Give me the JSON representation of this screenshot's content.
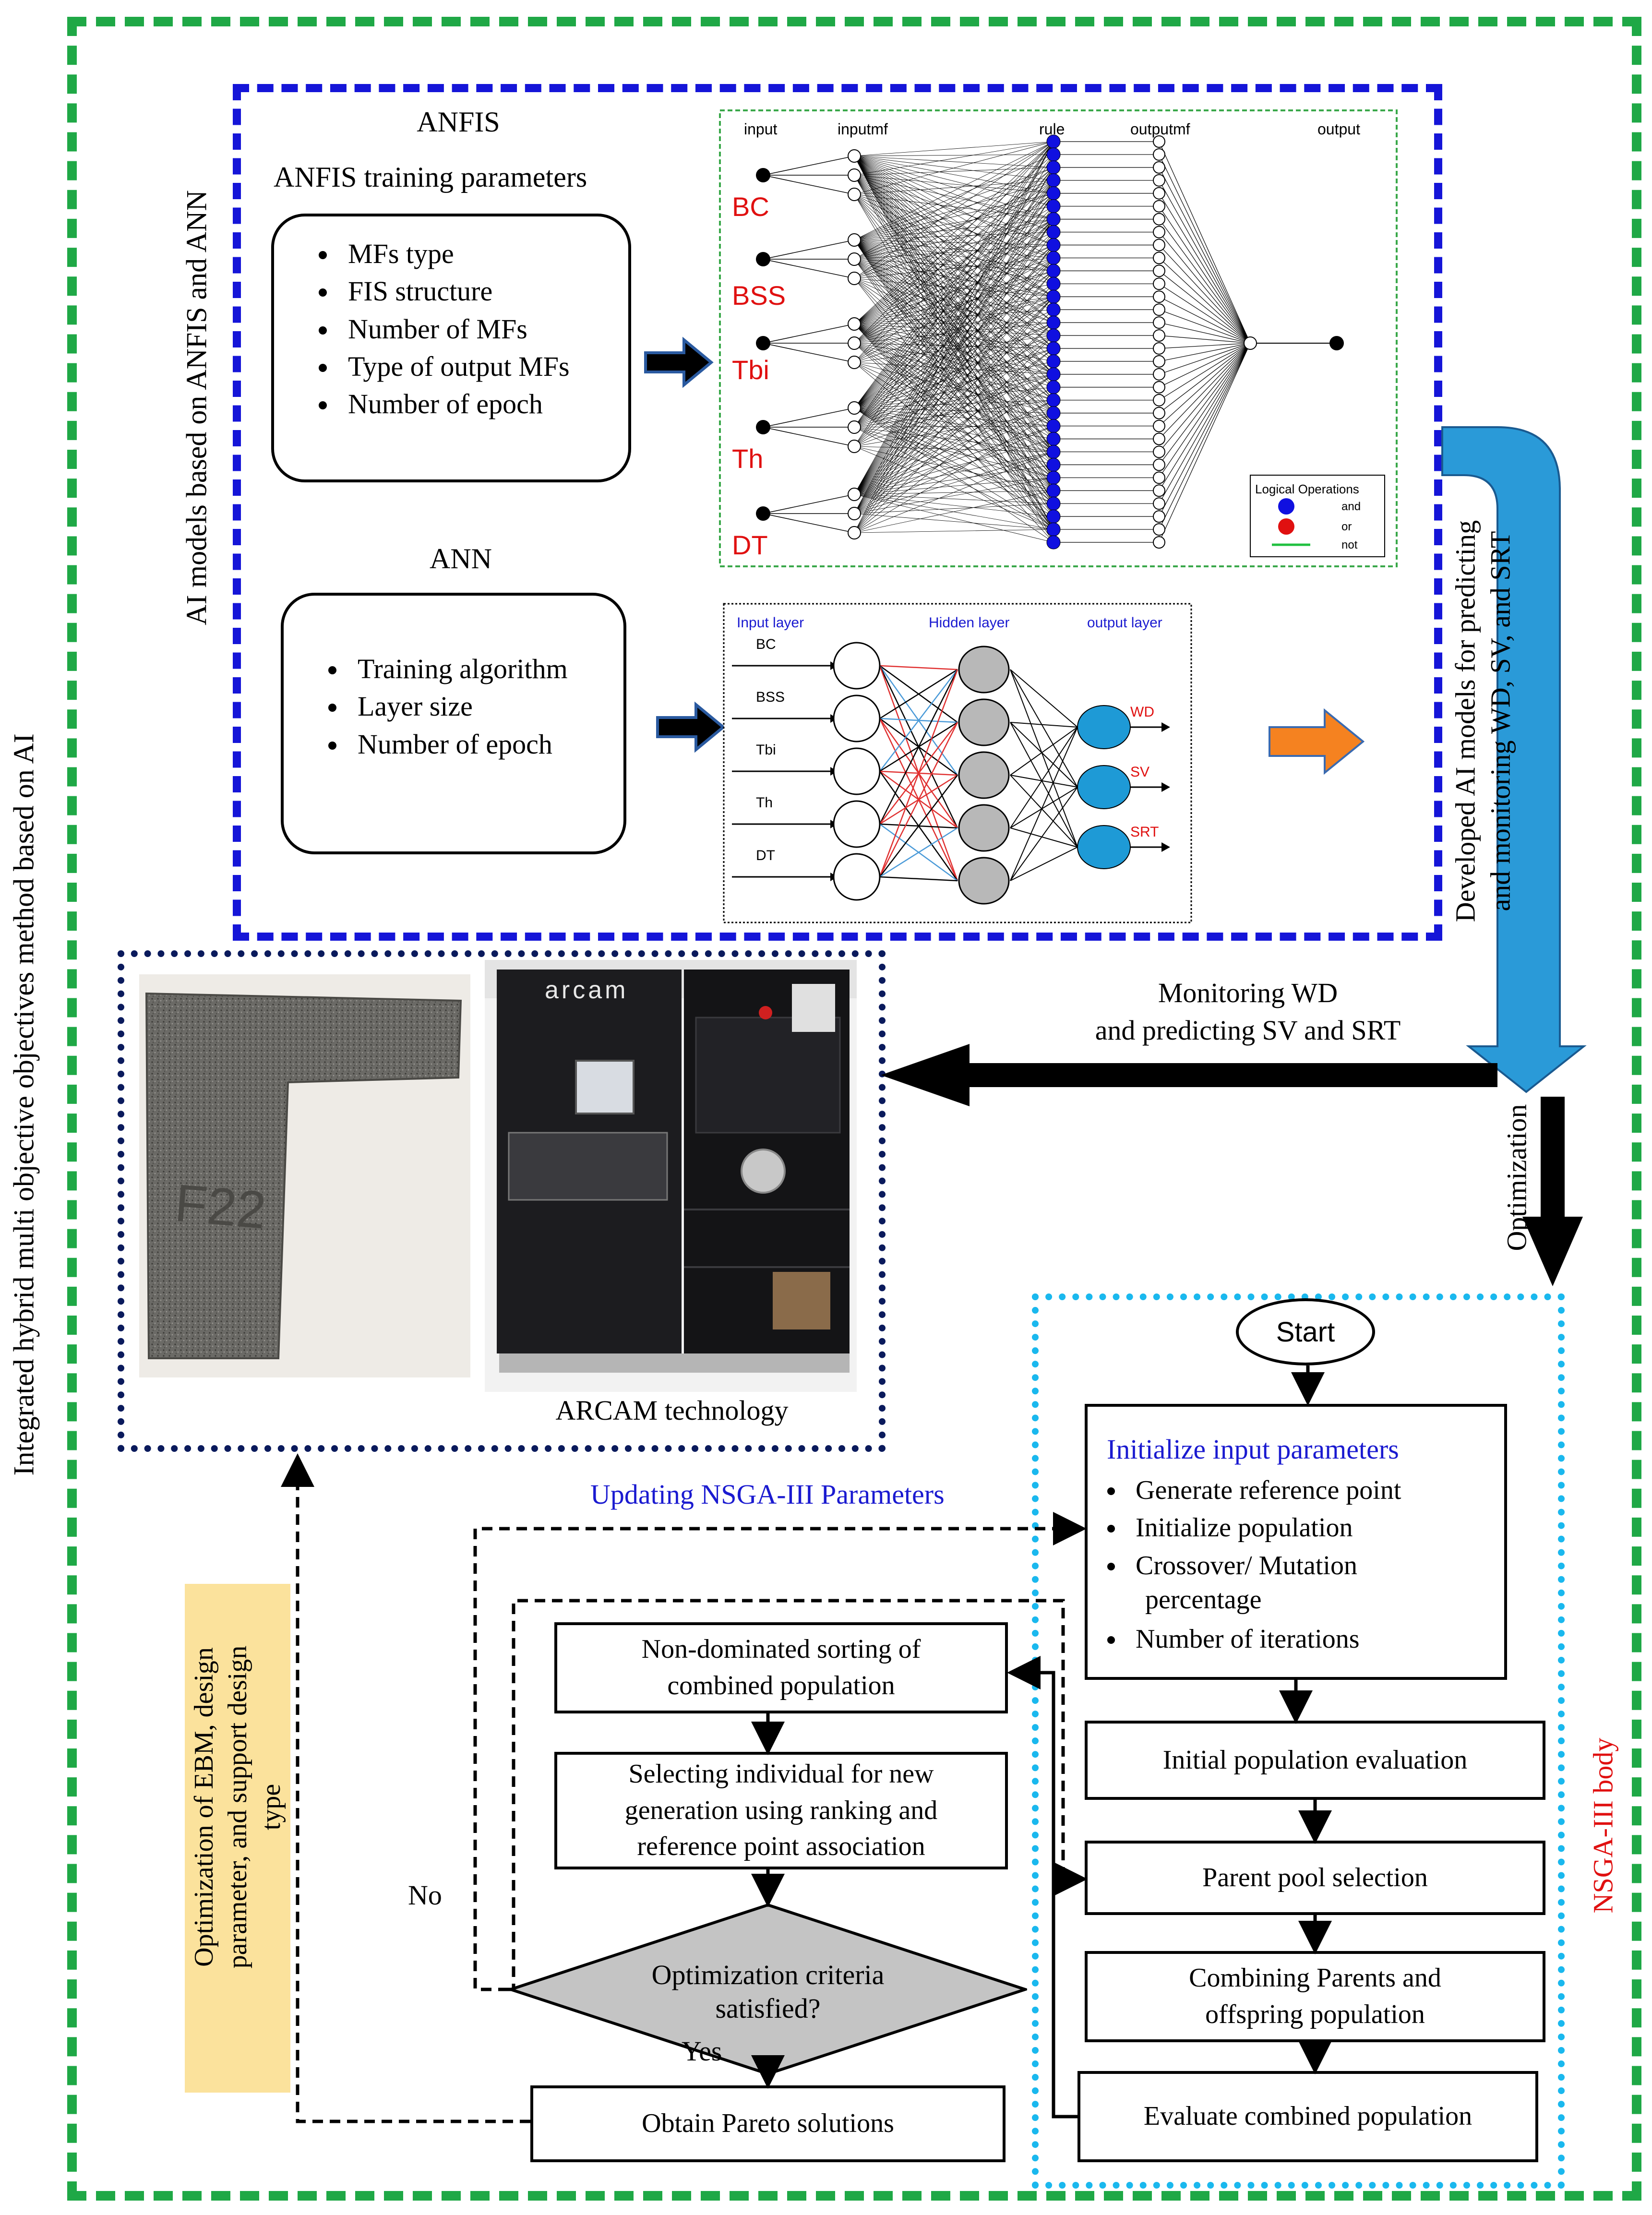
{
  "frame_title": "Integrated hybrid multi objective objectives method based on AI",
  "ai_models_label": "AI models based on ANFIS and ANN",
  "anfis": {
    "title": "ANFIS",
    "params_title": "ANFIS training parameters",
    "params": [
      "MFs type",
      "FIS structure",
      "Number of MFs",
      "Type of output MFs",
      "Number of epoch"
    ],
    "layer_labels": [
      "input",
      "inputmf",
      "rule",
      "outputmf",
      "output"
    ],
    "inputs": [
      "BC",
      "BSS",
      "Tbi",
      "Th",
      "DT"
    ],
    "legend_title": "Logical Operations",
    "legend_items": [
      "and",
      "or",
      "not"
    ]
  },
  "ann": {
    "title": "ANN",
    "params": [
      "Training algorithm",
      "Layer size",
      "Number of epoch"
    ],
    "layer_labels": [
      "Input layer",
      "Hidden layer",
      "output layer"
    ],
    "inputs": [
      "BC",
      "BSS",
      "Tbi",
      "Th",
      "DT"
    ],
    "outputs": [
      "WD",
      "SV",
      "SRT"
    ]
  },
  "developed_label_line1": "Developed AI models for predicting",
  "developed_label_line2": "and monitoring  WD, SV, and SRT",
  "monitoring_line1": "Monitoring WD",
  "monitoring_line2": "and predicting SV and SRT",
  "optimization_label": "Optimization",
  "photo": {
    "sample_text": "F22",
    "machine_brand": "arcam",
    "caption": "ARCAM technology"
  },
  "nsga": {
    "body_label": "NSGA-III body",
    "start": "Start",
    "init_title": "Initialize input parameters",
    "init_items": [
      "Generate reference point",
      "Initialize population",
      "Crossover/ Mutation",
      "Number of iterations"
    ],
    "init_item3_cont": "percentage",
    "initial_eval": "Initial  population evaluation",
    "parent_pool": "Parent pool selection",
    "combining_line1": "Combining  Parents and",
    "combining_line2": "offspring population",
    "evaluate_combined": "Evaluate combined population",
    "nondominated_line1": "Non-dominated  sorting of",
    "nondominated_line2": "combined population",
    "selecting_line1": "Selecting individual for new",
    "selecting_line2": "generation using ranking and",
    "selecting_line3": "reference point association",
    "criteria_line1": "Optimization criteria",
    "criteria_line2": "satisfied?",
    "yes": "Yes",
    "no": "No",
    "pareto": "Obtain Pareto solutions",
    "updating": "Updating  NSGA-III Parameters"
  },
  "optimization_of_line1": "Optimization of EBM, design",
  "optimization_of_line2": "parameter, and support design",
  "optimization_of_line3": "type",
  "colors": {
    "frame_green": "#1fa846",
    "ai_blue": "#1515d8",
    "navy": "#0a1a5c",
    "nsga_cyan": "#1ab8ee",
    "big_arrow_blue": "#2a9ad8",
    "red_text": "#e01010",
    "ann_node_blue": "#1e9ad6",
    "hidden_gray": "#b8b8b8",
    "orange_arrow": "#f58220",
    "highlight_yellow": "#fbe29c",
    "update_blue": "#1a1ad0"
  }
}
